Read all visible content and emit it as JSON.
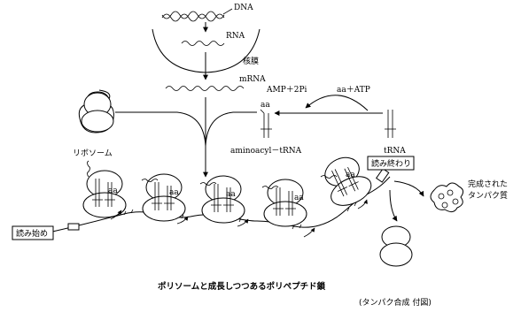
{
  "labels": {
    "dna": "DNA",
    "rna": "RNA",
    "nuclear_membrane": "核膜",
    "mrna": "mRNA",
    "amp": "AMP＋2Pi",
    "aa_atp": "aa＋ATP",
    "aa_top": "aa",
    "aminoacyl_trna": "aminoacyl－tRNA",
    "trna": "tRNA",
    "ribosome": "リボソーム",
    "read_end": "読み終わり",
    "read_start": "読み始め",
    "completed_protein_1": "完成された",
    "completed_protein_2": "タンパク質",
    "ribosome_aa": "aa",
    "caption": "ポリソームと成長しつつあるポリペプチド鎖",
    "source": "(タンパク合成 付図)"
  }
}
